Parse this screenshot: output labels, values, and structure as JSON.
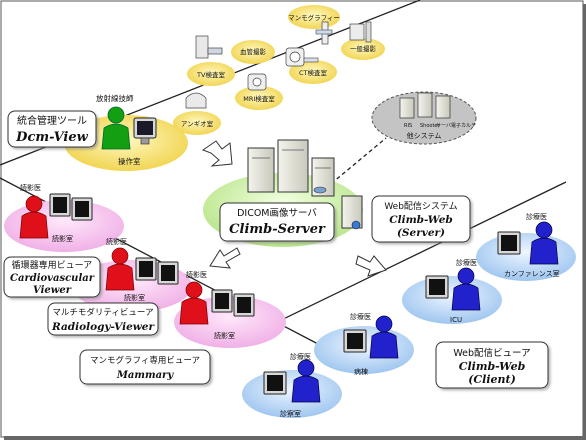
{
  "admin": {
    "tech_label": "放射線技師",
    "room": "操作室",
    "tool_title": "統合管理ツール",
    "tool_name": "Dcm-View"
  },
  "modalities": {
    "mammo": "マンモグラフィー",
    "general": "一般撮影",
    "angio_top": "血管撮影",
    "tv": "TV検査室",
    "ct": "CT検査室",
    "mri": "MRI検査室",
    "angio": "アンギオ室"
  },
  "his": {
    "label": "他システム",
    "small_labels": [
      "RIS",
      "Shooter",
      "サーバ",
      "電子カルテ"
    ]
  },
  "server": {
    "title": "DICOM画像サーバ",
    "name": "Climb-Server"
  },
  "web_server": {
    "title": "Web配信システム",
    "name1": "Climb-Web",
    "name2": "(Server)"
  },
  "viewers": [
    {
      "doctor": "読影医",
      "room": "読影室",
      "title": "循環器専用ビューア",
      "name1": "Cardiovascular",
      "name2": "Viewer"
    },
    {
      "doctor": "読影医",
      "room": "読影室",
      "title": "マルチモダリティビューア",
      "name1": "Radiology-Viewer"
    },
    {
      "doctor": "読影医",
      "room": "読影室",
      "title": "マンモグラフィ専用ビューア",
      "name1": "Mammary"
    }
  ],
  "clients": [
    {
      "doctor": "診療医",
      "room": "カンファレンス室"
    },
    {
      "doctor": "診療医",
      "room": "ICU"
    },
    {
      "doctor": "診療医",
      "room": "病棟"
    },
    {
      "doctor": "診療医",
      "room": "診察室"
    }
  ],
  "web_client": {
    "title": "Web配信ビューア",
    "name1": "Climb-Web",
    "name2": "(Client)"
  },
  "colors": {
    "admin_ellipse": "#f0d24a",
    "server_ellipse": "#c9ec9a",
    "viewer_ellipse": "#f3b8ea",
    "client_ellipse": "#a9cef3",
    "his_ellipse": "#c4c4c4",
    "viewer_person": "#e0101a",
    "client_person": "#2222cc",
    "admin_person": "#12a012"
  }
}
